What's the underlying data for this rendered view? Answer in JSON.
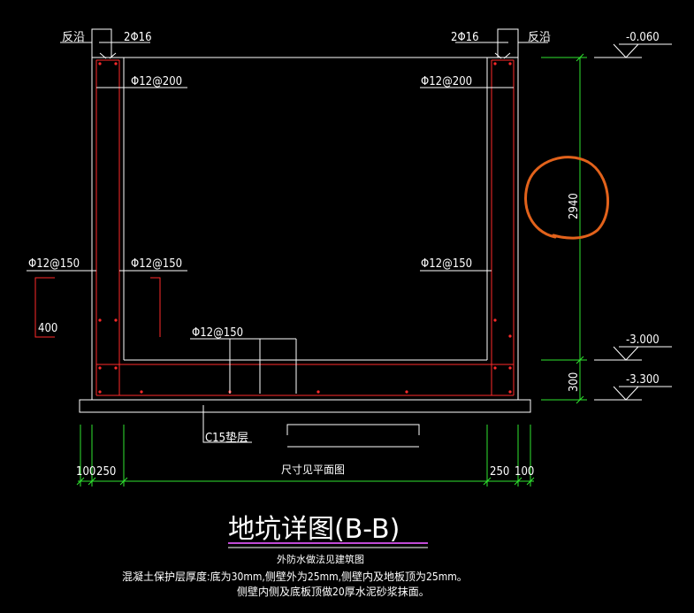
{
  "colors": {
    "background": "#000000",
    "outline": "#ffffff",
    "rebar": "#ff2a2a",
    "dimension": "#2fe52f",
    "underline": "#c14ad6",
    "markup": "#e2621b"
  },
  "labels": {
    "anti_seal_left": "反沿",
    "anti_seal_right": "反沿",
    "top_bars_left": "2Φ16",
    "top_bars_right": "2Φ16",
    "wall_bars_left": "Φ12@200",
    "wall_bars_right": "Φ12@200",
    "outer_bars_left": "Φ12@150",
    "inner_bars_left": "Φ12@150",
    "inner_bars_right": "Φ12@150",
    "bottom_bars": "Φ12@150",
    "hook_length": "400",
    "cushion": "C15垫层"
  },
  "elevations": {
    "top": "-0.060",
    "floor": "-3.000",
    "bottom": "-3.300"
  },
  "dimensions": {
    "height_main": "2940",
    "height_slab": "300",
    "left_100": "100",
    "left_250": "250",
    "right_250": "250",
    "right_100": "100",
    "plan_note": "尺寸见平面图"
  },
  "title": "地坑详图(B-B)",
  "notes": {
    "line1": "外防水做法见建筑图",
    "line2": "混凝土保护层厚度:底为30mm,侧壁外为25mm,侧壁内及地板顶为25mm。",
    "line3": "侧壁内侧及底板顶做20厚水泥砂浆抹面。"
  }
}
